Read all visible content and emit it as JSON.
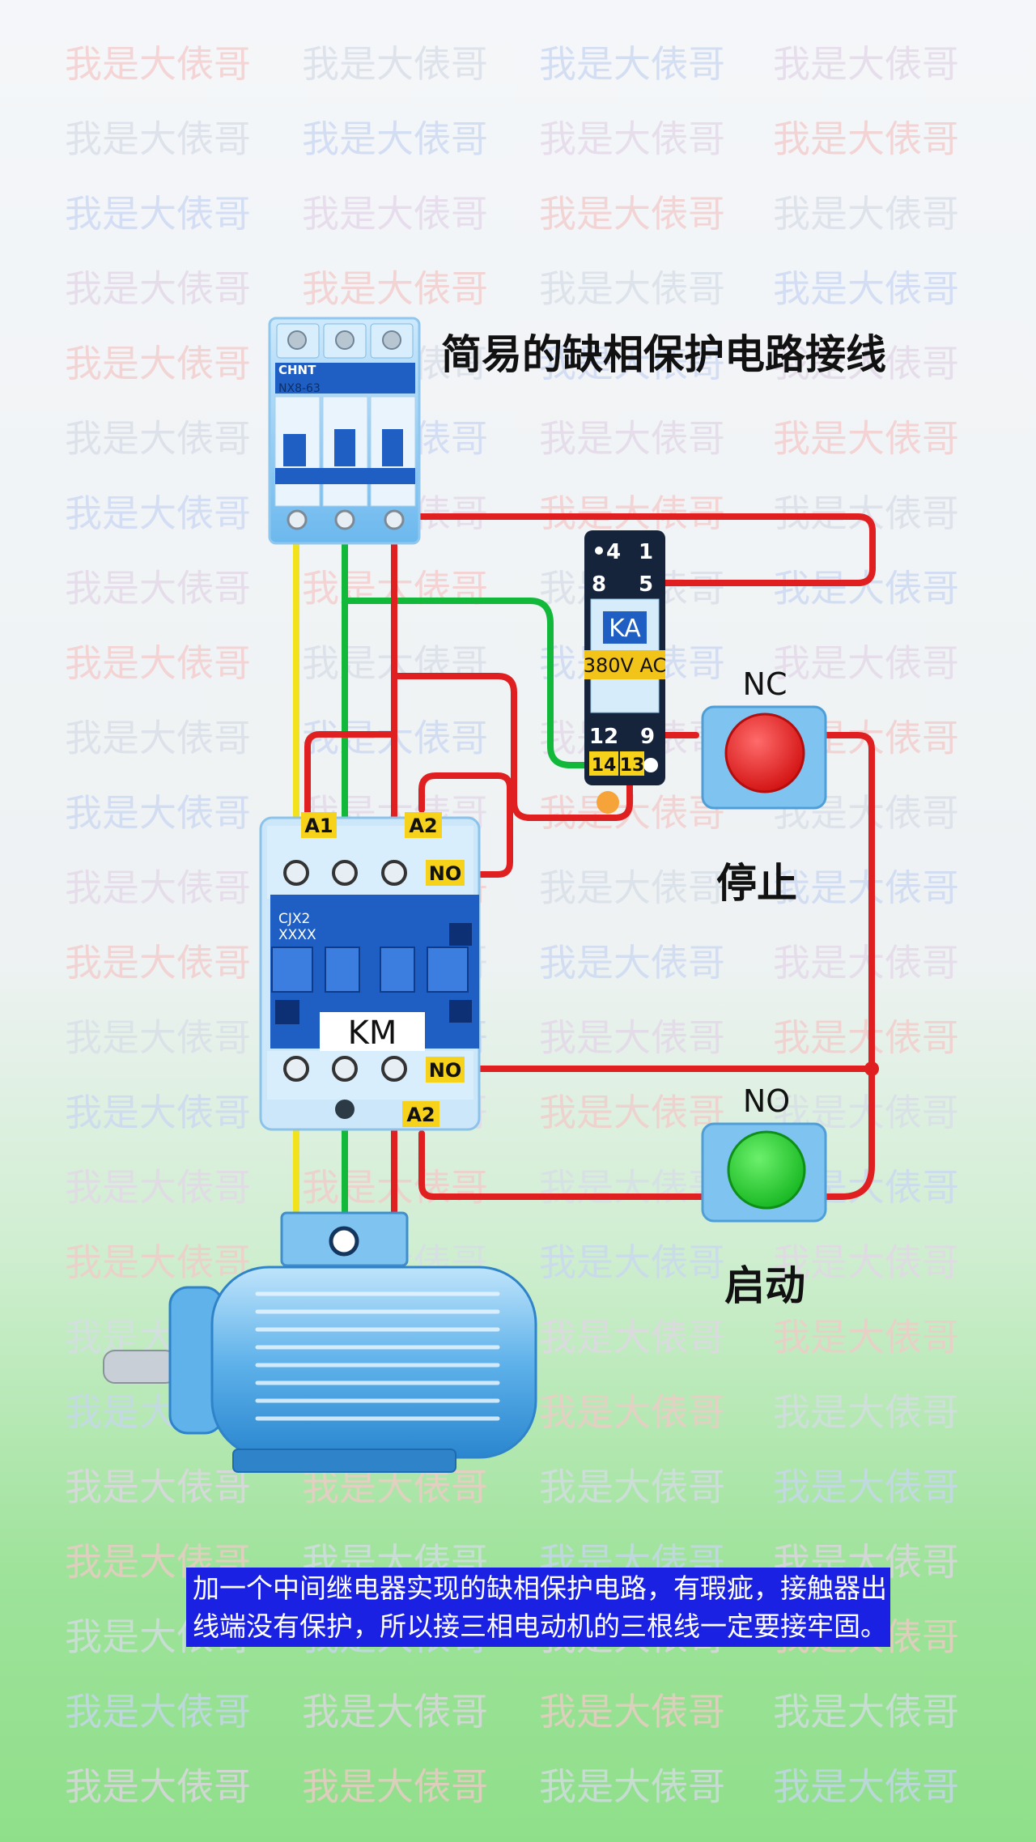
{
  "title": "简易的缺相保护电路接线",
  "watermark": "我是大俵哥",
  "breaker": {
    "brand": "CHNT",
    "model": "NX8-63"
  },
  "relay": {
    "name": "KA",
    "voltage": "380V AC",
    "terminals": [
      "4",
      "1",
      "8",
      "5",
      "12",
      "9",
      "14",
      "13"
    ]
  },
  "contactor": {
    "name": "KM",
    "model_line1": "CJX2",
    "model_line2": "XXXX",
    "a1": "A1",
    "a2_top": "A2",
    "no_top": "NO",
    "no_bottom": "NO",
    "a2_bottom": "A2"
  },
  "stop_button": {
    "contact": "NC",
    "label": "停止",
    "color": "#e21b1b"
  },
  "start_button": {
    "contact": "NO",
    "label": "启动",
    "color": "#1fbf2a"
  },
  "caption": {
    "line1": "加一个中间继电器实现的缺相保护电路，有瑕疵，接触器出",
    "line2": "线端没有保护，所以接三相电动机的三根线一定要接牢固。"
  },
  "colors": {
    "wire_red": "#e02020",
    "wire_green": "#12b83a",
    "wire_yellow": "#f2e21c",
    "device_blue": "#1f5fc4",
    "label_yellow": "#f7d21a",
    "caption_bg": "#1a21e3"
  }
}
